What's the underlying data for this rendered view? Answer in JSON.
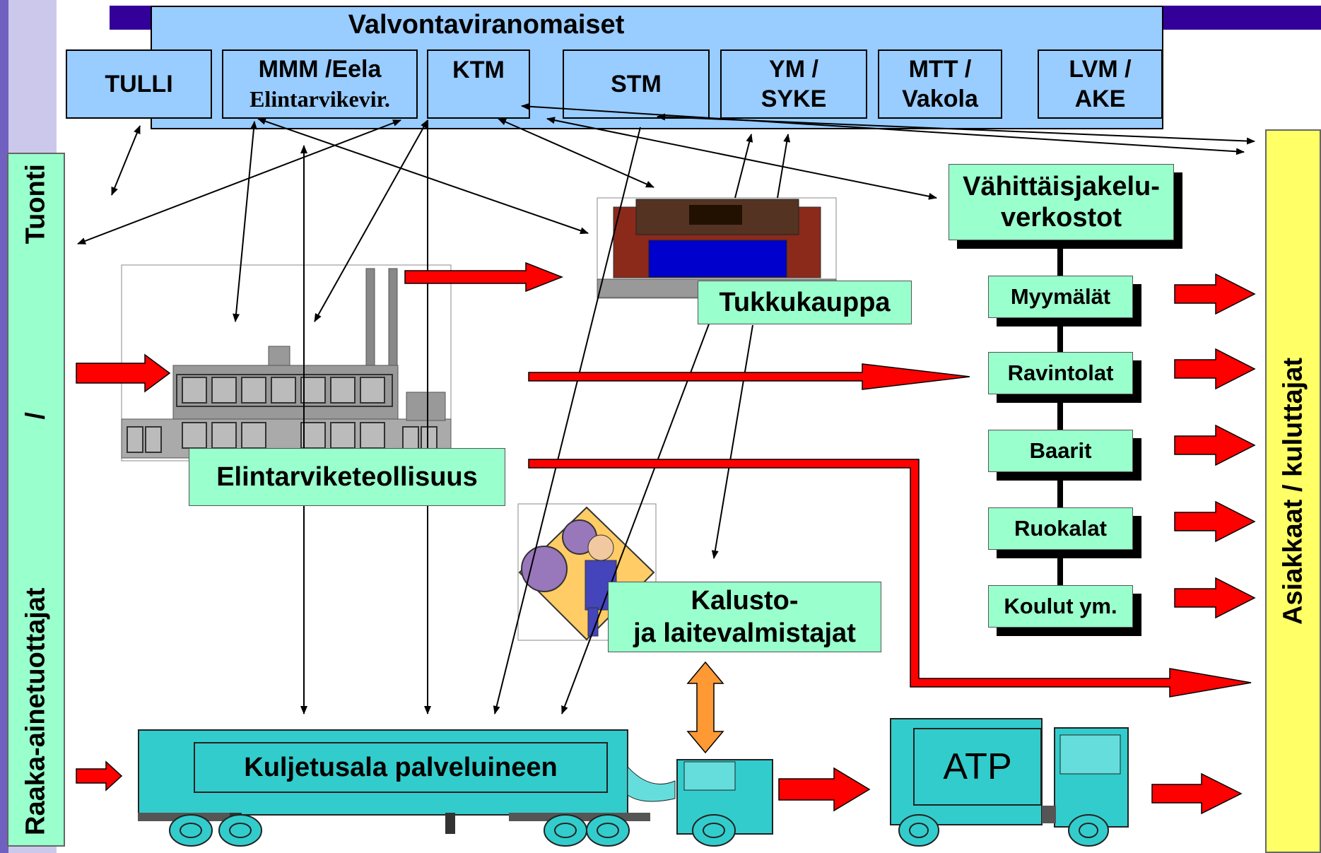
{
  "header": {
    "title": "Valvontaviranomaiset",
    "authorities": [
      {
        "label": "TULLI"
      },
      {
        "label": "MMM /Eela",
        "sub": "Elintarvikevir."
      },
      {
        "label": "KTM"
      },
      {
        "label": "STM"
      },
      {
        "label": "YM /",
        "sub": "SYKE"
      },
      {
        "label": "MTT /",
        "sub": "Vakola"
      },
      {
        "label": "LVM /",
        "sub": "AKE"
      }
    ]
  },
  "left_bar": {
    "line1": "Raaka-ainetuottajat",
    "sep": "/",
    "line2": "Tuonti"
  },
  "right_bar": {
    "label": "Asiakkaat / kuluttajat"
  },
  "nodes": {
    "industry": "Elintarviketeollisuus",
    "wholesale": "Tukkukauppa",
    "retail": {
      "line1": "Vähittäisjakelu-",
      "line2": "verkostot"
    },
    "equipment": {
      "line1": "Kalusto-",
      "line2": "ja laitevalmistajat"
    },
    "transport": "Kuljetusala palveluineen",
    "atp": "ATP"
  },
  "outlets": [
    "Myymälät",
    "Ravintolat",
    "Baarit",
    "Ruokalat",
    "Koulut ym."
  ],
  "colors": {
    "authority": "#99ccff",
    "node": "#99ffcc",
    "left_bar": "#99ffcc",
    "right_bar": "#ffff66",
    "flow_arrow": "#ff0000",
    "truck": "#33cccc",
    "double_arrow": "#ff9933",
    "top_band": "#330099"
  }
}
